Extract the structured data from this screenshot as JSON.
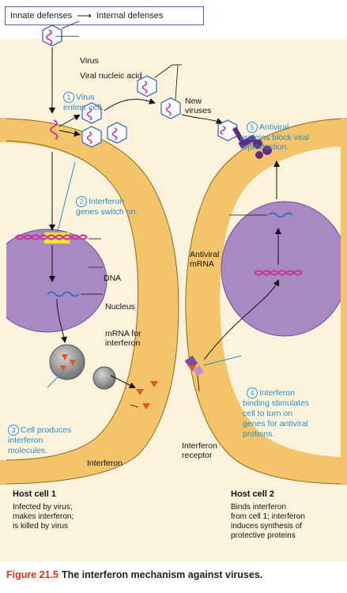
{
  "breadcrumb": {
    "from": "Innate defenses",
    "to": "Internal defenses"
  },
  "labels": {
    "virus": "Virus",
    "viral_nucleic_acid": "Viral nucleic acid",
    "step1_a": "Virus",
    "step1_b": "enters cell.",
    "new_viruses_a": "New",
    "new_viruses_b": "viruses",
    "step5_a": "Antiviral",
    "step5_b": "proteins block viral",
    "step5_c": "reproduction.",
    "step2_a": "Interferon",
    "step2_b": "genes switch on.",
    "antiviral_mrna_a": "Antiviral",
    "antiviral_mrna_b": "mRNA",
    "dna": "DNA",
    "nucleus": "Nucleus",
    "mrna_a": "mRNA for",
    "mrna_b": "interferon",
    "step4_a": "Interferon",
    "step4_b": "binding stimulates",
    "step4_c": "cell to turn on",
    "step4_d": "genes for antiviral",
    "step4_e": "proteins.",
    "step3_a": "Cell produces",
    "step3_b": "interferon",
    "step3_c": "molecules.",
    "interferon_receptor_a": "Interferon",
    "interferon_receptor_b": "receptor",
    "interferon": "Interferon"
  },
  "steps": {
    "s1": "1",
    "s2": "2",
    "s3": "3",
    "s4": "4",
    "s5": "5"
  },
  "host1": {
    "title": "Host cell 1",
    "line1": "Infected by virus;",
    "line2": "makes interferon;",
    "line3": "is killed by virus"
  },
  "host2": {
    "title": "Host cell 2",
    "line1": "Binds interferon",
    "line2": "from cell 1; interferon",
    "line3": "induces synthesis of",
    "line4": "protective proteins"
  },
  "caption": {
    "figure": "Figure 21.5",
    "text": "The interferon mechanism against viruses."
  },
  "colors": {
    "cytoplasm": "#f4c46a",
    "nucleus": "#a989c4",
    "dna": "#c53a9a",
    "mrna": "#3a6fc4",
    "interferon": "#e0542c",
    "antiviral": "#5e2c84",
    "step_text": "#2a8dc6",
    "background": "#fdf3dc"
  }
}
